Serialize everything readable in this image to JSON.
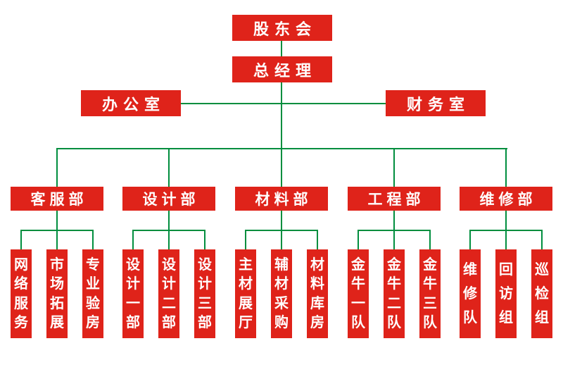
{
  "chart_title": "company-organization-chart",
  "colors": {
    "node_red": "#DF231A",
    "line_green": "#008E3E",
    "text_white": "#FFFFFF",
    "background": "#FFFFFF"
  },
  "root": {
    "label": "股东会"
  },
  "general_manager": {
    "label": "总经理"
  },
  "staff_offices": [
    {
      "label": "办公室"
    },
    {
      "label": "财务室"
    }
  ],
  "departments": [
    {
      "label": "客服部",
      "children": [
        "网络服务",
        "市场拓展",
        "专业验房"
      ]
    },
    {
      "label": "设计部",
      "children": [
        "设计一部",
        "设计二部",
        "设计三部"
      ]
    },
    {
      "label": "材料部",
      "children": [
        "主材展厅",
        "辅材采购",
        "材料库房"
      ]
    },
    {
      "label": "工程部",
      "children": [
        "金牛一队",
        "金牛二队",
        "金牛三队"
      ]
    },
    {
      "label": "维修部",
      "children": [
        "维修队",
        "回访组",
        "巡检组"
      ]
    }
  ]
}
